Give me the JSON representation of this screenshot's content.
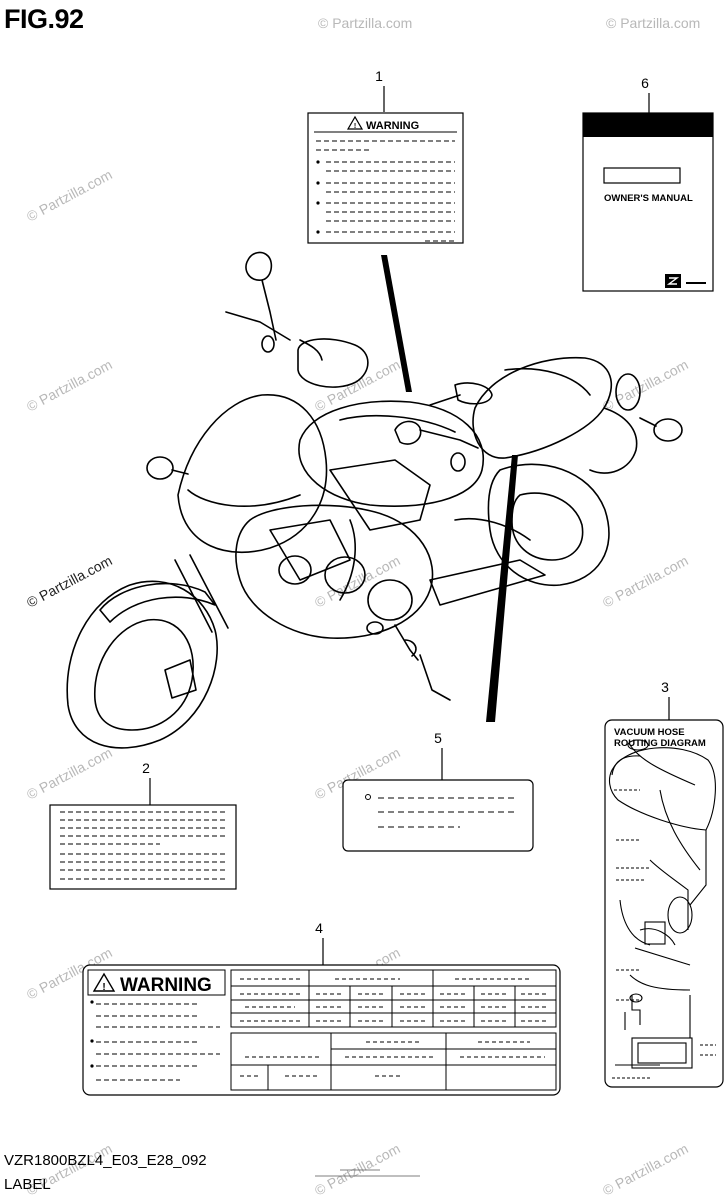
{
  "figure": {
    "title": "FIG.92",
    "code": "VZR1800BZL4_E03_E28_092",
    "section": "LABEL"
  },
  "callouts": [
    "1",
    "2",
    "3",
    "4",
    "5",
    "6"
  ],
  "labels": {
    "warning_small": "WARNING",
    "warning_large": "WARNING",
    "owners_manual": "OWNER'S MANUAL",
    "vacuum_line1": "VACUUM HOSE",
    "vacuum_line2": "ROUTING DIAGRAM"
  },
  "watermark": "© Partzilla.com",
  "icons": [
    "warning-triangle-icon",
    "suzuki-logo-icon",
    "motorcycle-illustration"
  ]
}
